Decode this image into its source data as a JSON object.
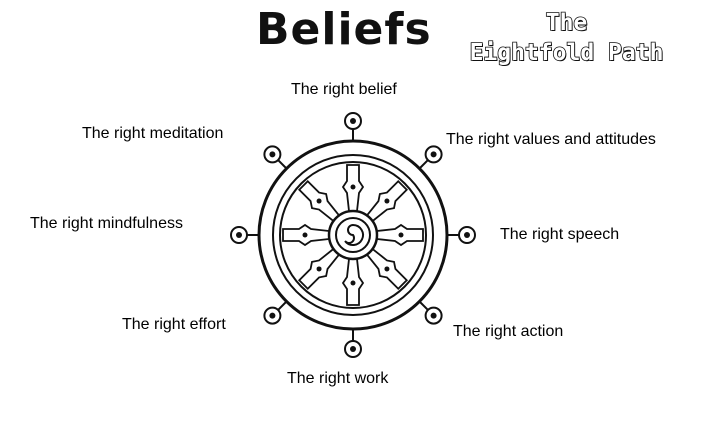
{
  "title": "Beliefs",
  "subtitle_lines": [
    "The",
    "Eightfold Path"
  ],
  "path_labels": [
    "The right belief",
    "The right values and attitudes",
    "The right speech",
    "The right action",
    "The right work",
    "The right effort",
    "The right mindfulness",
    "The right meditation"
  ],
  "icons": {
    "wheel": "dharma-wheel-icon"
  },
  "colors": {
    "ink": "#000000",
    "background": "#ffffff"
  }
}
